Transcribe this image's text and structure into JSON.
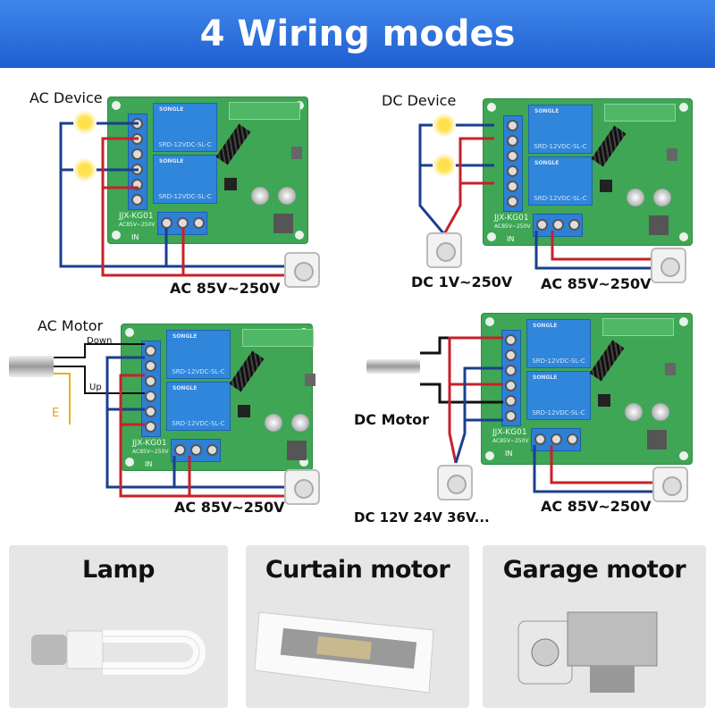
{
  "header": {
    "title": "4 Wiring modes"
  },
  "board": {
    "relay_brand": "SONGLE",
    "relay_text": "SRD-12VDC-SL-C",
    "model": "JJX-KG01",
    "model_sub": "AC85V~250V",
    "in_label": "IN"
  },
  "panels": [
    {
      "title": "AC Device",
      "supply": "AC 85V~250V"
    },
    {
      "title": "DC Device",
      "supply_dc": "DC 1V~250V",
      "supply": "AC 85V~250V"
    },
    {
      "title": "AC Motor",
      "down": "Down",
      "up": "Up",
      "earth": "E",
      "supply": "AC 85V~250V"
    },
    {
      "title": "DC Motor",
      "supply_dc": "DC 12V 24V 36V...",
      "supply": "AC 85V~250V"
    }
  ],
  "applications": [
    {
      "title": "Lamp"
    },
    {
      "title": "Curtain motor"
    },
    {
      "title": "Garage motor"
    }
  ],
  "colors": {
    "header": "#2a6fd8",
    "live_wire": "#c8202a",
    "neutral_wire": "#1b3f8f",
    "board": "#3fa656"
  }
}
